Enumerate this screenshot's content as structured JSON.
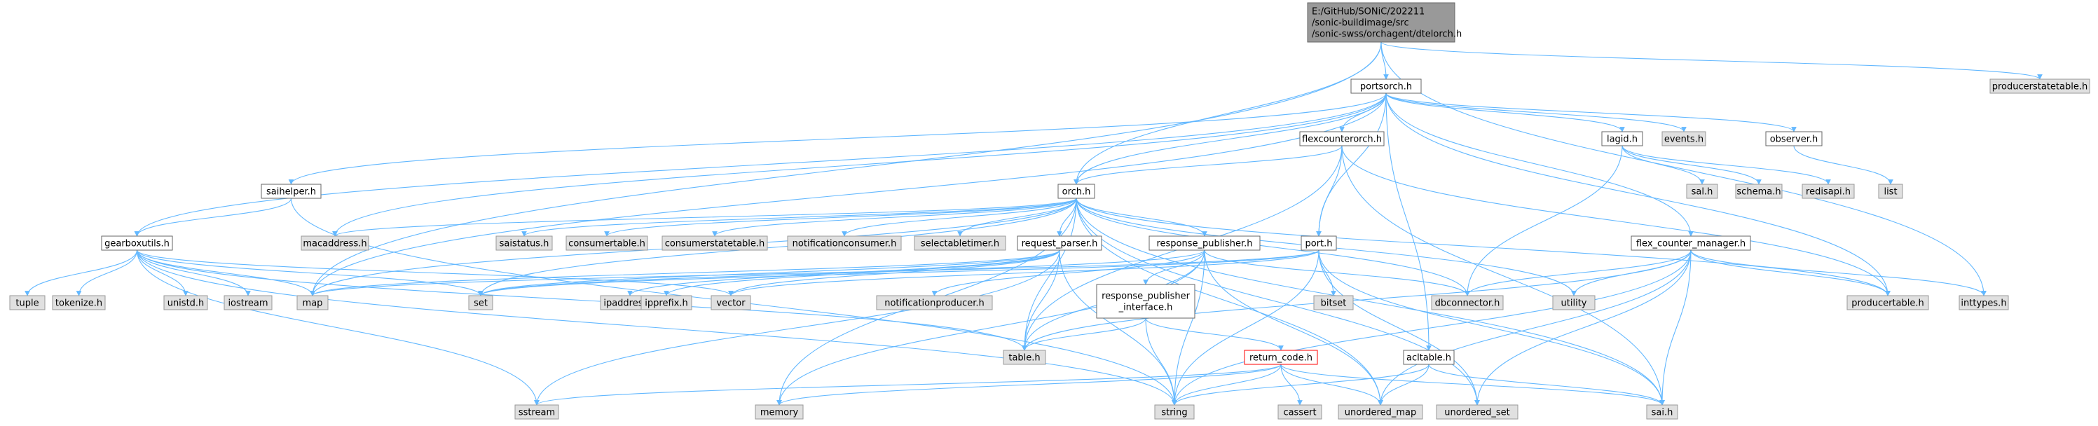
{
  "colors": {
    "edge": "#63b8ff",
    "root_fill": "#999999",
    "root_stroke": "#666666",
    "doc_fill": "#ffffff",
    "doc_stroke": "#666666",
    "sys_fill": "#e0e0e0",
    "sys_stroke": "#999999",
    "trunc_stroke": "#ff0000"
  },
  "nodes": [
    {
      "id": "root",
      "kind": "root",
      "lines": [
        "E:/GitHub/SONiC/202211",
        "/sonic-buildimage/src",
        "/sonic-swss/orchagent/dtelorch.h"
      ]
    },
    {
      "id": "portsorch",
      "kind": "doc",
      "lines": [
        "portsorch.h"
      ]
    },
    {
      "id": "producerstatetable",
      "kind": "sys",
      "lines": [
        "producerstatetable.h"
      ]
    },
    {
      "id": "flexcounterorch",
      "kind": "doc",
      "lines": [
        "flexcounterorch.h"
      ]
    },
    {
      "id": "lagid",
      "kind": "doc",
      "lines": [
        "lagid.h"
      ]
    },
    {
      "id": "events",
      "kind": "sys",
      "lines": [
        "events.h"
      ]
    },
    {
      "id": "observer",
      "kind": "doc",
      "lines": [
        "observer.h"
      ]
    },
    {
      "id": "list",
      "kind": "sys",
      "lines": [
        "list"
      ]
    },
    {
      "id": "sal",
      "kind": "sys",
      "lines": [
        "sal.h"
      ]
    },
    {
      "id": "schema",
      "kind": "sys",
      "lines": [
        "schema.h"
      ]
    },
    {
      "id": "redisapi",
      "kind": "sys",
      "lines": [
        "redisapi.h"
      ]
    },
    {
      "id": "saihelper",
      "kind": "doc",
      "lines": [
        "saihelper.h"
      ]
    },
    {
      "id": "orch",
      "kind": "doc",
      "lines": [
        "orch.h"
      ]
    },
    {
      "id": "gearboxutils",
      "kind": "doc",
      "lines": [
        "gearboxutils.h"
      ]
    },
    {
      "id": "macaddress",
      "kind": "sys",
      "lines": [
        "macaddress.h"
      ]
    },
    {
      "id": "saistatus",
      "kind": "sys",
      "lines": [
        "saistatus.h"
      ]
    },
    {
      "id": "consumertable",
      "kind": "sys",
      "lines": [
        "consumertable.h"
      ]
    },
    {
      "id": "consumerstatetable",
      "kind": "sys",
      "lines": [
        "consumerstatetable.h"
      ]
    },
    {
      "id": "notificationconsumer",
      "kind": "sys",
      "lines": [
        "notificationconsumer.h"
      ]
    },
    {
      "id": "selectabletimer",
      "kind": "sys",
      "lines": [
        "selectabletimer.h"
      ]
    },
    {
      "id": "request_parser",
      "kind": "doc",
      "lines": [
        "request_parser.h"
      ]
    },
    {
      "id": "response_publisher",
      "kind": "doc",
      "lines": [
        "response_publisher.h"
      ]
    },
    {
      "id": "port",
      "kind": "doc",
      "lines": [
        "port.h"
      ]
    },
    {
      "id": "flex_counter_manager",
      "kind": "doc",
      "lines": [
        "flex_counter_manager.h"
      ]
    },
    {
      "id": "tuple",
      "kind": "sys",
      "lines": [
        "tuple"
      ]
    },
    {
      "id": "tokenize",
      "kind": "sys",
      "lines": [
        "tokenize.h"
      ]
    },
    {
      "id": "unistd",
      "kind": "sys",
      "lines": [
        "unistd.h"
      ]
    },
    {
      "id": "iostream",
      "kind": "sys",
      "lines": [
        "iostream"
      ]
    },
    {
      "id": "map",
      "kind": "sys",
      "lines": [
        "map"
      ]
    },
    {
      "id": "set",
      "kind": "sys",
      "lines": [
        "set"
      ]
    },
    {
      "id": "ipaddress",
      "kind": "sys",
      "lines": [
        "ipaddress.h"
      ]
    },
    {
      "id": "ipprefix",
      "kind": "sys",
      "lines": [
        "ipprefix.h"
      ]
    },
    {
      "id": "vector",
      "kind": "sys",
      "lines": [
        "vector"
      ]
    },
    {
      "id": "notificationproducer",
      "kind": "sys",
      "lines": [
        "notificationproducer.h"
      ]
    },
    {
      "id": "response_publisher_interface",
      "kind": "doc",
      "lines": [
        "response_publisher",
        "_interface.h"
      ]
    },
    {
      "id": "bitset",
      "kind": "sys",
      "lines": [
        "bitset"
      ]
    },
    {
      "id": "dbconnector",
      "kind": "sys",
      "lines": [
        "dbconnector.h"
      ]
    },
    {
      "id": "utility",
      "kind": "sys",
      "lines": [
        "utility"
      ]
    },
    {
      "id": "producertable",
      "kind": "sys",
      "lines": [
        "producertable.h"
      ]
    },
    {
      "id": "inttypes",
      "kind": "sys",
      "lines": [
        "inttypes.h"
      ]
    },
    {
      "id": "table",
      "kind": "sys",
      "lines": [
        "table.h"
      ]
    },
    {
      "id": "return_code",
      "kind": "trunc",
      "lines": [
        "return_code.h"
      ]
    },
    {
      "id": "acltable",
      "kind": "doc",
      "lines": [
        "acltable.h"
      ]
    },
    {
      "id": "sstream",
      "kind": "sys",
      "lines": [
        "sstream"
      ]
    },
    {
      "id": "memory",
      "kind": "sys",
      "lines": [
        "memory"
      ]
    },
    {
      "id": "string",
      "kind": "sys",
      "lines": [
        "string"
      ]
    },
    {
      "id": "cassert",
      "kind": "sys",
      "lines": [
        "cassert"
      ]
    },
    {
      "id": "unordered_map",
      "kind": "sys",
      "lines": [
        "unordered_map"
      ]
    },
    {
      "id": "unordered_set",
      "kind": "sys",
      "lines": [
        "unordered_set"
      ]
    },
    {
      "id": "sai",
      "kind": "sys",
      "lines": [
        "sai.h"
      ]
    }
  ],
  "edges": [
    [
      "root",
      "portsorch"
    ],
    [
      "root",
      "producerstatetable"
    ],
    [
      "root",
      "orch"
    ],
    [
      "root",
      "map"
    ],
    [
      "root",
      "inttypes"
    ],
    [
      "portsorch",
      "flexcounterorch"
    ],
    [
      "portsorch",
      "lagid"
    ],
    [
      "portsorch",
      "events"
    ],
    [
      "portsorch",
      "observer"
    ],
    [
      "portsorch",
      "saihelper"
    ],
    [
      "portsorch",
      "orch"
    ],
    [
      "portsorch",
      "gearboxutils"
    ],
    [
      "portsorch",
      "macaddress"
    ],
    [
      "portsorch",
      "port"
    ],
    [
      "portsorch",
      "flex_counter_manager"
    ],
    [
      "portsorch",
      "acltable"
    ],
    [
      "portsorch",
      "map"
    ],
    [
      "portsorch",
      "producertable"
    ],
    [
      "flexcounterorch",
      "orch"
    ],
    [
      "flexcounterorch",
      "port"
    ],
    [
      "flexcounterorch",
      "producertable"
    ],
    [
      "flexcounterorch",
      "table"
    ],
    [
      "flexcounterorch",
      "sai"
    ],
    [
      "lagid",
      "sal"
    ],
    [
      "lagid",
      "schema"
    ],
    [
      "lagid",
      "redisapi"
    ],
    [
      "lagid",
      "dbconnector"
    ],
    [
      "observer",
      "list"
    ],
    [
      "saihelper",
      "gearboxutils"
    ],
    [
      "saihelper",
      "string"
    ],
    [
      "orch",
      "macaddress"
    ],
    [
      "orch",
      "saistatus"
    ],
    [
      "orch",
      "consumertable"
    ],
    [
      "orch",
      "consumerstatetable"
    ],
    [
      "orch",
      "notificationconsumer"
    ],
    [
      "orch",
      "selectabletimer"
    ],
    [
      "orch",
      "request_parser"
    ],
    [
      "orch",
      "response_publisher"
    ],
    [
      "orch",
      "dbconnector"
    ],
    [
      "orch",
      "utility"
    ],
    [
      "orch",
      "set"
    ],
    [
      "orch",
      "map"
    ],
    [
      "orch",
      "memory"
    ],
    [
      "orch",
      "table"
    ],
    [
      "orch",
      "unordered_map"
    ],
    [
      "orch",
      "unordered_set"
    ],
    [
      "orch",
      "sai"
    ],
    [
      "orch",
      "producertable"
    ],
    [
      "gearboxutils",
      "tuple"
    ],
    [
      "gearboxutils",
      "tokenize"
    ],
    [
      "gearboxutils",
      "unistd"
    ],
    [
      "gearboxutils",
      "iostream"
    ],
    [
      "gearboxutils",
      "map"
    ],
    [
      "gearboxutils",
      "set"
    ],
    [
      "gearboxutils",
      "vector"
    ],
    [
      "gearboxutils",
      "sstream"
    ],
    [
      "gearboxutils",
      "string"
    ],
    [
      "gearboxutils",
      "table"
    ],
    [
      "request_parser",
      "set"
    ],
    [
      "request_parser",
      "map"
    ],
    [
      "request_parser",
      "ipaddress"
    ],
    [
      "request_parser",
      "ipprefix"
    ],
    [
      "request_parser",
      "vector"
    ],
    [
      "request_parser",
      "sstream"
    ],
    [
      "request_parser",
      "string"
    ],
    [
      "request_parser",
      "table"
    ],
    [
      "response_publisher",
      "response_publisher_interface"
    ],
    [
      "response_publisher",
      "notificationproducer"
    ],
    [
      "response_publisher",
      "dbconnector"
    ],
    [
      "response_publisher",
      "table"
    ],
    [
      "response_publisher",
      "memory"
    ],
    [
      "response_publisher",
      "string"
    ],
    [
      "response_publisher",
      "unordered_map"
    ],
    [
      "response_publisher",
      "set"
    ],
    [
      "port",
      "bitset"
    ],
    [
      "port",
      "set"
    ],
    [
      "port",
      "vector"
    ],
    [
      "port",
      "map"
    ],
    [
      "port",
      "string"
    ],
    [
      "port",
      "unordered_set"
    ],
    [
      "port",
      "sai"
    ],
    [
      "flex_counter_manager",
      "dbconnector"
    ],
    [
      "flex_counter_manager",
      "utility"
    ],
    [
      "flex_counter_manager",
      "producertable"
    ],
    [
      "flex_counter_manager",
      "inttypes"
    ],
    [
      "flex_counter_manager",
      "table"
    ],
    [
      "flex_counter_manager",
      "string"
    ],
    [
      "flex_counter_manager",
      "unordered_map"
    ],
    [
      "flex_counter_manager",
      "unordered_set"
    ],
    [
      "flex_counter_manager",
      "sai"
    ],
    [
      "response_publisher_interface",
      "table"
    ],
    [
      "response_publisher_interface",
      "string"
    ],
    [
      "response_publisher_interface",
      "return_code"
    ],
    [
      "return_code",
      "sstream"
    ],
    [
      "return_code",
      "memory"
    ],
    [
      "return_code",
      "string"
    ],
    [
      "return_code",
      "cassert"
    ],
    [
      "return_code",
      "unordered_map"
    ],
    [
      "return_code",
      "sai"
    ],
    [
      "acltable",
      "string"
    ],
    [
      "acltable",
      "unordered_map"
    ],
    [
      "acltable",
      "sai"
    ]
  ]
}
